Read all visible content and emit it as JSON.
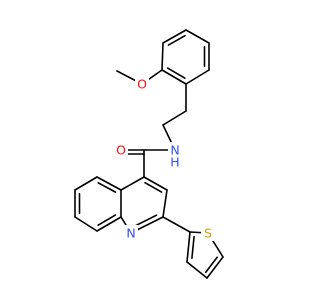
{
  "colors": {
    "bond": "#000000",
    "oxygen": "#ff0d0d",
    "nitrogen": "#3050f8",
    "sulfur": "#c8a000",
    "carbon": "#000000"
  },
  "atoms": {
    "methoxy_o": {
      "label": "O",
      "element": "oxygen"
    },
    "amide_o": {
      "label": "O",
      "element": "oxygen"
    },
    "amide_n": {
      "label": "N",
      "element": "nitrogen"
    },
    "amide_h": {
      "label": "H",
      "element": "nitrogen"
    },
    "ring_n": {
      "label": "N",
      "element": "nitrogen"
    },
    "thiophene_s": {
      "label": "S",
      "element": "sulfur"
    }
  }
}
